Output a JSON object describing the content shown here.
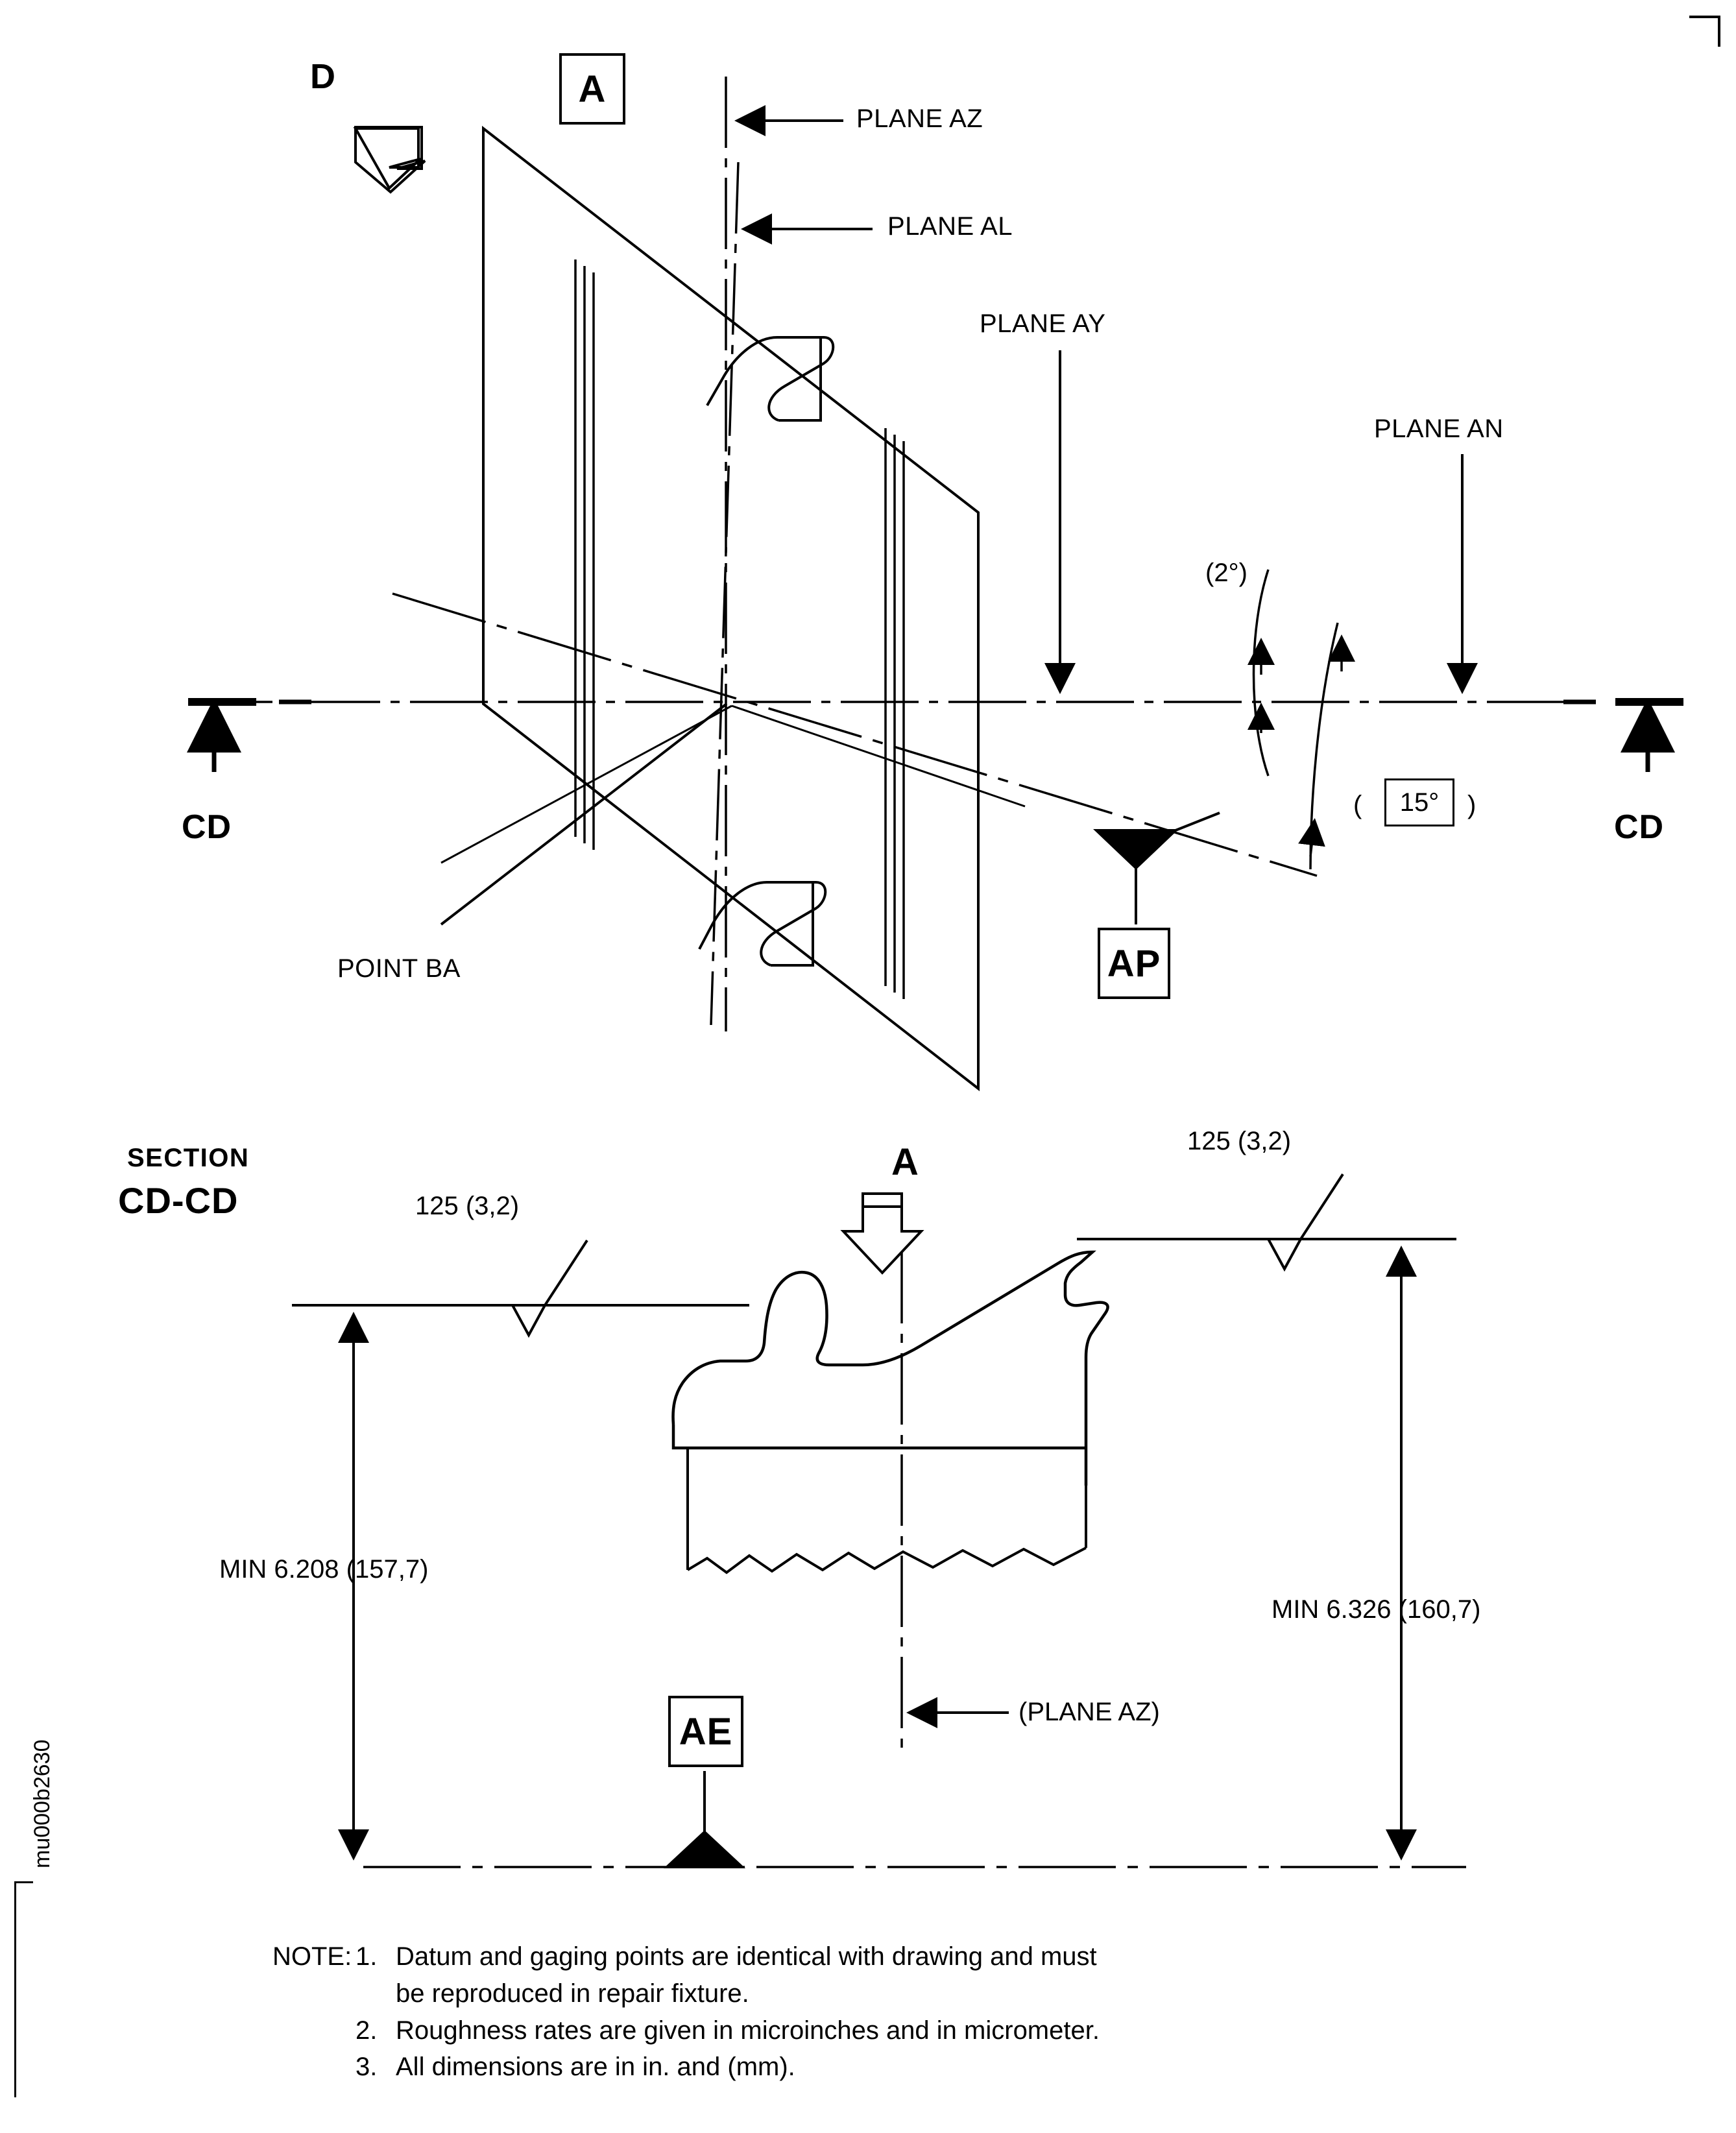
{
  "drawing": {
    "side_code": "mu000b2630",
    "upper_view": {
      "datum_a_label": "A",
      "view_arrow_label": "D",
      "leaders": [
        {
          "text": "PLANE AZ"
        },
        {
          "text": "PLANE AL"
        },
        {
          "text": "PLANE AY"
        },
        {
          "text": "PLANE AN"
        }
      ],
      "point_label": "POINT BA",
      "angle_small": "(2°)",
      "angle_boxed_open": "(",
      "angle_boxed": "15°",
      "angle_boxed_close": ")",
      "datum_ap_label": "AP",
      "section_cut_left": "CD",
      "section_cut_right": "CD"
    },
    "lower_view": {
      "section_word": "SECTION",
      "section_name": "CD-CD",
      "view_arrow_label": "A",
      "roughness_left": "125 (3,2)",
      "roughness_right": "125 (3,2)",
      "dim_left": "MIN 6.208 (157,7)",
      "dim_right": "MIN 6.326 (160,7)",
      "plane_az_ref": "(PLANE AZ)",
      "datum_ae_label": "AE"
    },
    "notes": {
      "lead": "NOTE:",
      "items": [
        {
          "num": "1.",
          "line1": "Datum and gaging points are identical with drawing and must",
          "line2": "be reproduced in repair fixture."
        },
        {
          "num": "2.",
          "line1": "Roughness rates are given in microinches and in micrometer.",
          "line2": ""
        },
        {
          "num": "3.",
          "line1": "All dimensions are in in. and (mm).",
          "line2": ""
        }
      ]
    },
    "colors": {
      "line": "#000000",
      "background": "#ffffff"
    }
  }
}
